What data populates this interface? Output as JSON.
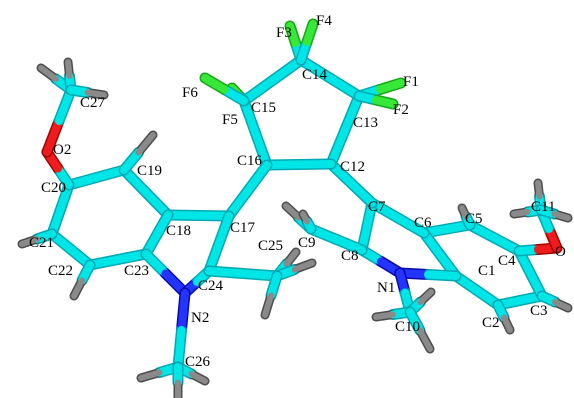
{
  "colors": {
    "carbon": "#00e6e6",
    "carbon_dark": "#00a9b4",
    "hydrogen": "#8a8a8a",
    "hydrogen_dark": "#4e4e4e",
    "fluorine": "#38e838",
    "fluorine_dark": "#14a814",
    "oxygen": "#ee1c1c",
    "oxygen_dark": "#a40000",
    "nitrogen": "#2434ff",
    "nitrogen_dark": "#0a0aa8"
  },
  "labels": {
    "F1": "F1",
    "F2": "F2",
    "F3": "F3",
    "F4": "F4",
    "F5": "F5",
    "F6": "F6",
    "C1": "C1",
    "C2": "C2",
    "C3": "C3",
    "C4": "C4",
    "C5": "C5",
    "C6": "C6",
    "C7": "C7",
    "C8": "C8",
    "C9": "C9",
    "C10": "C10",
    "C11": "C11",
    "C12": "C12",
    "C13": "C13",
    "C14": "C14",
    "C15": "C15",
    "C16": "C16",
    "C17": "C17",
    "C18": "C18",
    "C19": "C19",
    "C20": "C20",
    "C21": "C21",
    "C22": "C22",
    "C23": "C23",
    "C24": "C24",
    "C25": "C25",
    "C26": "C26",
    "C27": "C27",
    "O1": "O",
    "O2": "O2",
    "N1": "N1",
    "N2": "N2"
  }
}
